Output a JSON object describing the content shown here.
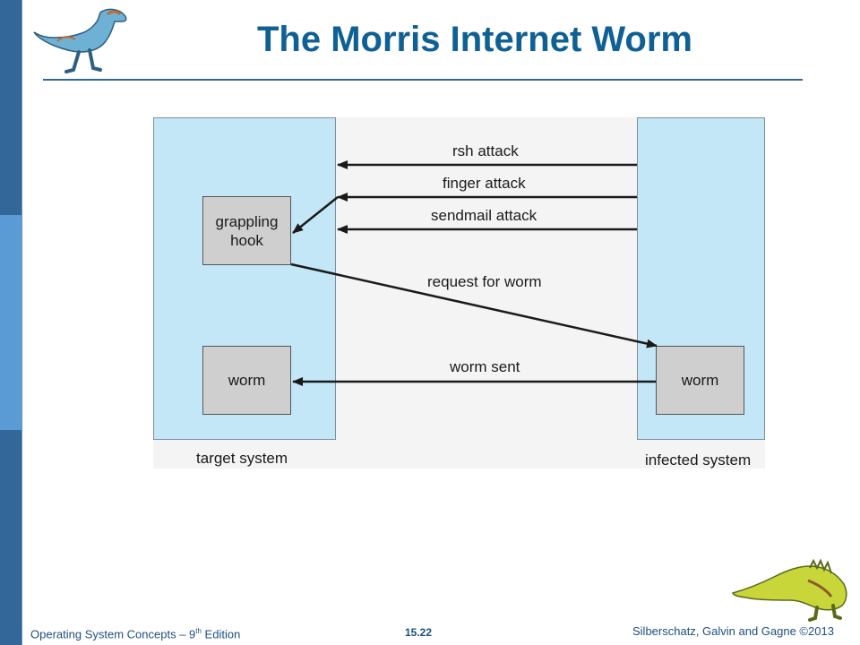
{
  "slide": {
    "title": "The Morris Internet Worm"
  },
  "diagram": {
    "target_system_label": "target system",
    "infected_system_label": "infected system",
    "grappling_hook_label": "grappling hook",
    "worm_target_label": "worm",
    "worm_infected_label": "worm",
    "arrows": {
      "rsh_attack": "rsh attack",
      "finger_attack": "finger attack",
      "sendmail_attack": "sendmail attack",
      "request_for_worm": "request for worm",
      "worm_sent": "worm sent"
    }
  },
  "footer": {
    "left_prefix": "Operating System Concepts – 9",
    "left_sup": "th",
    "left_suffix": " Edition",
    "page": "15.22",
    "right": "Silberschatz, Galvin and Gagne ©2013"
  },
  "colors": {
    "sidebar": "#336699",
    "title": "#0f6094",
    "system_box": "#c3e7f6",
    "process_box": "#cfcfcf"
  }
}
